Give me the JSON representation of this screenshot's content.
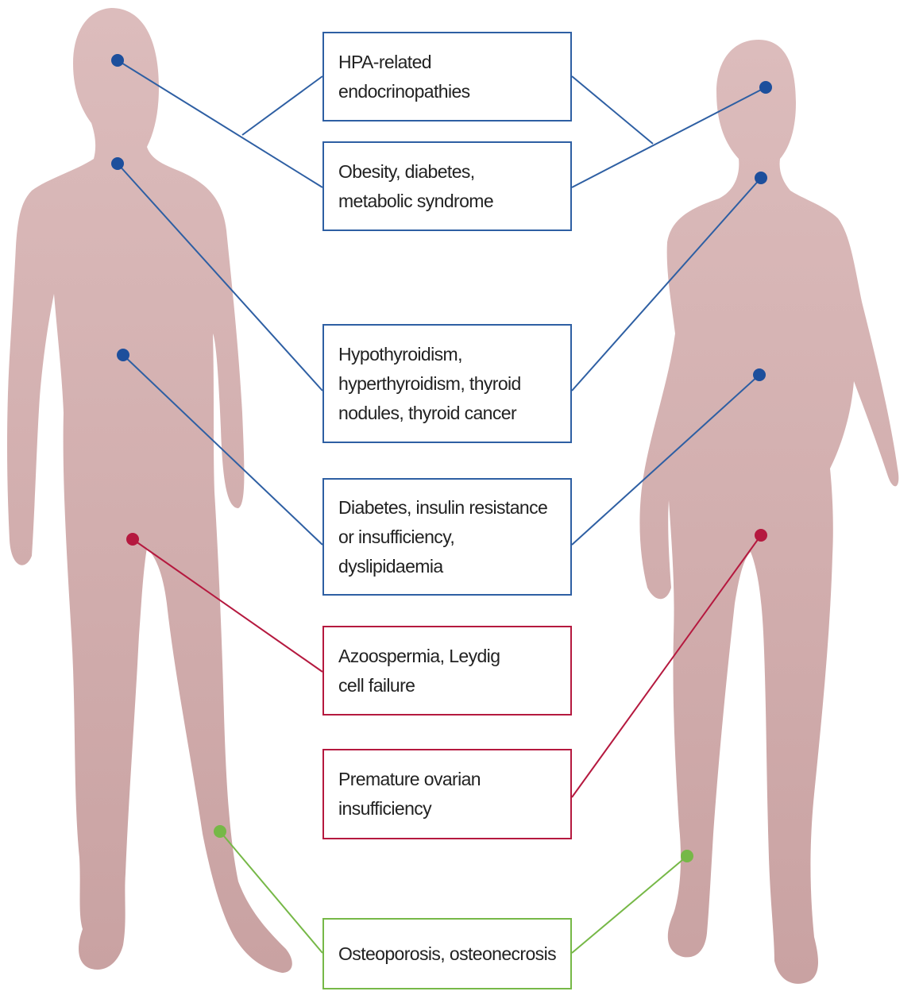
{
  "colors": {
    "silhouette": "#d4aeae",
    "endocrine": "#2e5fa3",
    "reproductive": "#b5193f",
    "bone": "#76b847"
  },
  "boxes": {
    "hpa": "HPA-related\nendocrinopathies",
    "obesity": "Obesity, diabetes,\nmetabolic syndrome",
    "thyroid": "Hypothyroidism,\nhyperthyroidism, thyroid\nnodules, thyroid cancer",
    "diabetes": "Diabetes, insulin resistance\nor insufficiency,\ndyslipidaemia",
    "azoospermia": "Azoospermia, Leydig\ncell failure",
    "ovarian": "Premature ovarian\ninsufficiency",
    "osteo": "Osteoporosis, osteonecrosis"
  }
}
